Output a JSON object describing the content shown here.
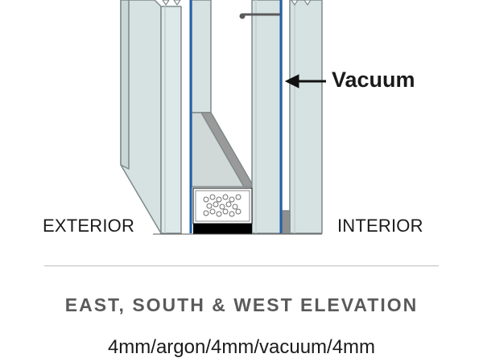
{
  "labels": {
    "exterior": "EXTERIOR",
    "interior": "INTERIOR",
    "vacuum": "Vacuum"
  },
  "caption": {
    "title": "EAST, SOUTH & WEST ELEVATION",
    "spec": "4mm/argon/4mm/vacuum/4mm"
  },
  "colors": {
    "glass": "#d6e2e2",
    "glass_edge": "#7f8a8a",
    "low_e_coating": "#1f5fa8",
    "spacer": "#9a9a9a",
    "sealant": "#000000",
    "text": "#1a1a1a",
    "title": "#5a5a5a"
  }
}
